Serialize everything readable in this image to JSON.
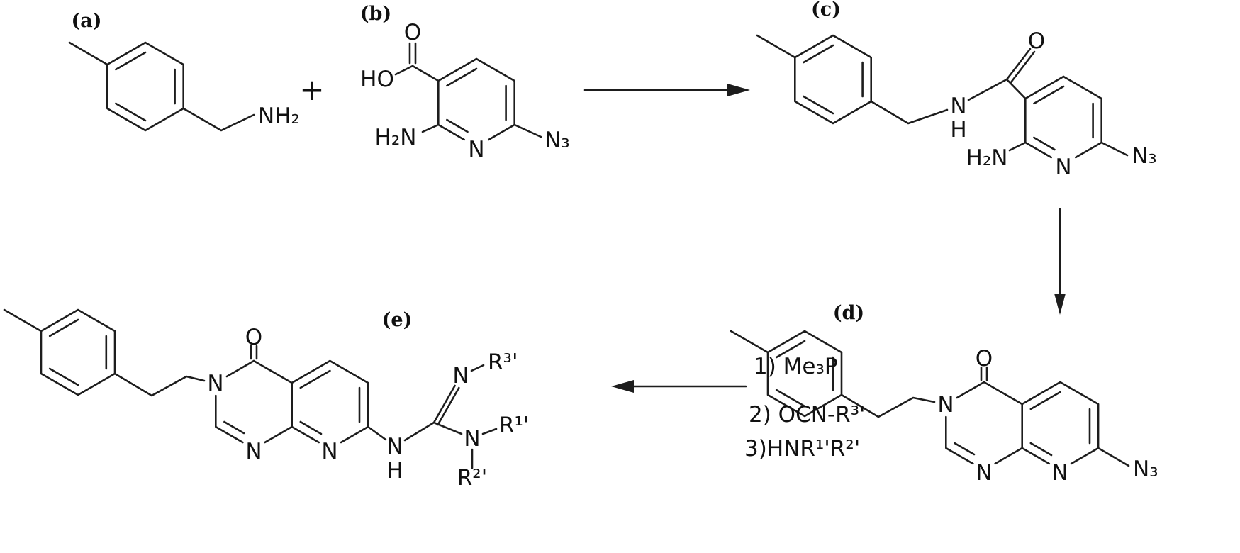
{
  "labels": {
    "a": "(a)",
    "b": "(b)",
    "c": "(c)",
    "d": "(d)",
    "e": "(e)"
  },
  "operators": {
    "plus": "+"
  },
  "reagents": {
    "step1": "1) Me₃P",
    "step2": "2) OCN-R³'",
    "step3": "3)HNR¹'R²'"
  },
  "a": {
    "amine": "NH₂"
  },
  "b": {
    "o": "O",
    "ho": "HO",
    "h2n": "H₂N",
    "ring_n": "N",
    "n3": "N₃"
  },
  "c": {
    "amide_n": "N",
    "amide_h": "H",
    "o": "O",
    "h2n": "H₂N",
    "ring_n": "N",
    "n3": "N₃"
  },
  "d": {
    "o": "O",
    "n3_ring": "N",
    "n1": "N",
    "n8": "N",
    "azide": "N₃"
  },
  "e": {
    "o": "O",
    "n3_ring": "N",
    "n1": "N",
    "n8": "N",
    "nh_n": "N",
    "nh_h": "H",
    "imine_n": "N",
    "r3": "R³'",
    "amine_n": "N",
    "r1": "R¹'",
    "r2": "R²'"
  }
}
